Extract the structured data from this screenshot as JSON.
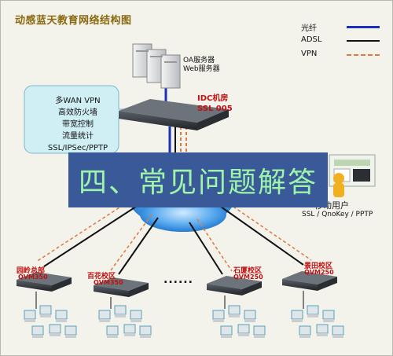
{
  "title": "动感蓝天教育网络结构图",
  "legend": [
    {
      "label": "光纤",
      "color": "#1c2fb8",
      "style": "solid"
    },
    {
      "label": "ADSL",
      "color": "#111111",
      "style": "solid"
    },
    {
      "label": "VPN",
      "color": "#e07840",
      "style": "dashed"
    }
  ],
  "servers": {
    "line1": "OA服务器",
    "line2": "Web服务器"
  },
  "features": [
    "多WAN VPN",
    "高效防火墙",
    "带宽控制",
    "流量统计",
    "SSL/IPSec/PPTP"
  ],
  "idc": {
    "name": "IDC机房",
    "model": "SSL 005"
  },
  "branches": [
    {
      "name": "园岭总部",
      "model": "QVM350"
    },
    {
      "name": "百花校区",
      "model": "QVM350"
    },
    {
      "name": "石厦校区",
      "model": "QVM250"
    },
    {
      "name": "景田校区",
      "model": "QVM250"
    }
  ],
  "ellipsis": "......",
  "mobile": {
    "label": "移动用户",
    "protocols": "SSL / QnoKey / PPTP"
  },
  "banner": "四、常见问题解答",
  "colors": {
    "fiber": "#1c2fb8",
    "vpn": "#e07840",
    "banner_bg": "#3a5998",
    "banner_text": "#9ef4a8",
    "label_red": "#c01010"
  }
}
